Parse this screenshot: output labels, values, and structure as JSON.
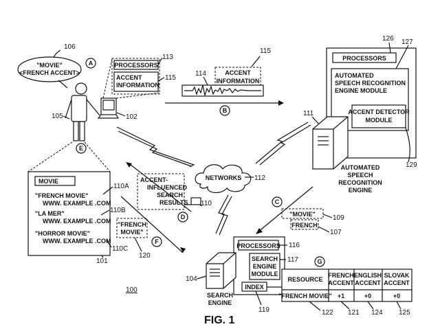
{
  "figure_label": "FIG. 1",
  "system_ref": "100",
  "user": {
    "speech_line1": "\"MOVIE\"",
    "speech_line2": "<FRENCH ACCENT>",
    "ref_speech": "106",
    "ref_person": "105",
    "ref_device": "102",
    "stage_a": "A",
    "stage_e": "E"
  },
  "device_box": {
    "processors": "PROCESSORS",
    "ref_processors": "113",
    "accent_line1": "ACCENT",
    "accent_line2": "INFORMATION",
    "ref_accent": "115"
  },
  "signal": {
    "label_line1": "ACCENT",
    "label_line2": "INFORMATION",
    "ref_box": "115",
    "ref_wave": "114",
    "stage_b": "B"
  },
  "asr": {
    "processors": "PROCESSORS",
    "module_line1": "AUTOMATED",
    "module_line2": "SPEECH RECOGNITION",
    "module_line3": "ENGINE MODULE",
    "detector_line1": "ACCENT DETECTOR",
    "detector_line2": "MODULE",
    "ref_processors": "126",
    "ref_box": "127",
    "ref_detector": "129",
    "ref_server": "111",
    "label_line1": "AUTOMATED",
    "label_line2": "SPEECH",
    "label_line3": "RECOGNITION",
    "label_line4": "ENGINE"
  },
  "networks": {
    "label": "NETWORKS",
    "ref": "112"
  },
  "results_panel": {
    "query": "MOVIE",
    "results": [
      {
        "title": "\"FRENCH MOVIE\"",
        "url": "WWW. EXAMPLE .COM",
        "ref": "110A"
      },
      {
        "title": "\"LA MER\"",
        "url": "WWW. EXAMPLE .COM",
        "ref": "110B"
      },
      {
        "title": "\"HORROR MOVIE\"",
        "url": "WWW. EXAMPLE .COM",
        "ref": "110C"
      }
    ],
    "ref_panel": "101"
  },
  "accent_results": {
    "line1": "ACCENT-",
    "line2": "INFLUENCED",
    "line3": "SEARCH",
    "line4": "RESULTS",
    "ref": "110",
    "stage": "D"
  },
  "french_movie_query": {
    "line1": "\"FRENCH",
    "line2": "MOVIE\"",
    "ref": "120",
    "stage": "F"
  },
  "transcription": {
    "movie": "\"MOVIE\"",
    "french": "FRENCH",
    "ref_movie": "109",
    "ref_french": "107",
    "stage": "C"
  },
  "search_engine": {
    "processors": "PROCESSORS",
    "ref_processors": "116",
    "module_line1": "SEARCH",
    "module_line2": "ENGINE",
    "module_line3": "MODULE",
    "ref_module": "117",
    "index": "INDEX",
    "ref_index": "119",
    "ref_server": "104",
    "label_line1": "SEARCH",
    "label_line2": "ENGINE"
  },
  "resource_table": {
    "stage": "G",
    "headers": [
      "RESOURCE",
      "FRENCH ACCENT",
      "ENGLISH ACCENT",
      "SLOVAK ACCENT"
    ],
    "header_lines": [
      [
        "RESOURCE"
      ],
      [
        "FRENCH",
        "ACCENT"
      ],
      [
        "ENGLISH",
        "ACCENT"
      ],
      [
        "SLOVAK",
        "ACCENT"
      ]
    ],
    "row": [
      "\"FRENCH MOVIE\"",
      "+1",
      "+0",
      "+0"
    ],
    "refs": [
      "122",
      "121",
      "124",
      "125"
    ]
  }
}
